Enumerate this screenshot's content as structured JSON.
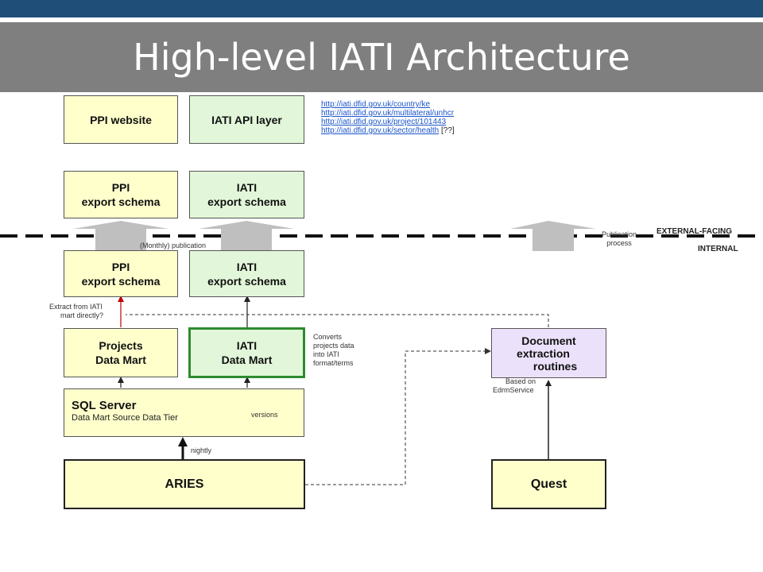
{
  "title": "High-level IATI Architecture",
  "boxes": {
    "ppi_website": "PPI website",
    "iati_api_layer": "IATI API layer",
    "ppi_export_ext_line1": "PPI",
    "ppi_export_ext_line2": "export schema",
    "iati_export_ext_line1": "IATI",
    "iati_export_ext_line2": "export schema",
    "ppi_export_int_line1": "PPI",
    "ppi_export_int_line2": "export schema",
    "iati_export_int_line1": "IATI",
    "iati_export_int_line2": "export schema",
    "projects_mart_line1": "Projects",
    "projects_mart_line2": "Data Mart",
    "iati_mart_line1": "IATI",
    "iati_mart_line2": "Data Mart",
    "sql_server_title": "SQL Server",
    "sql_server_subtitle": "Data Mart Source Data Tier",
    "aries": "ARIES",
    "quest": "Quest",
    "doc_extraction_line1": "Document",
    "doc_extraction_line2": "extraction",
    "doc_extraction_line3": "routines"
  },
  "links": [
    "http://iati.dfid.gov.uk/country/ke",
    "http://iati.dfid.gov.uk/multilateral/unhcr",
    "http://iati.dfid.gov.uk/project/101443",
    "http://iati.dfid.gov.uk/sector/health"
  ],
  "links_suffix": "[??]",
  "notes": {
    "monthly_publication": "(Monthly) publication",
    "publication_process_line1": "Publication",
    "publication_process_line2": "process",
    "external_facing": "EXTERNAL-FACING",
    "internal": "INTERNAL",
    "extract_line1": "Extract from IATI",
    "extract_line2": "mart directly?",
    "converts_line1": "Converts",
    "converts_line2": "projects data",
    "converts_line3": "into IATI",
    "converts_line4": "format/terms",
    "versions": "versions",
    "nightly": "nightly",
    "based_on_line1": "Based on",
    "based_on_line2": "EdrmService"
  },
  "colors": {
    "header_bar": "#1f4e79",
    "title_band": "#7f7f7f",
    "box_yellow": "#ffffcc",
    "box_green": "#e2f7d9",
    "box_purple": "#ece1fb",
    "iati_mart_border": "#2e8b2e",
    "link": "#1a55c8"
  }
}
